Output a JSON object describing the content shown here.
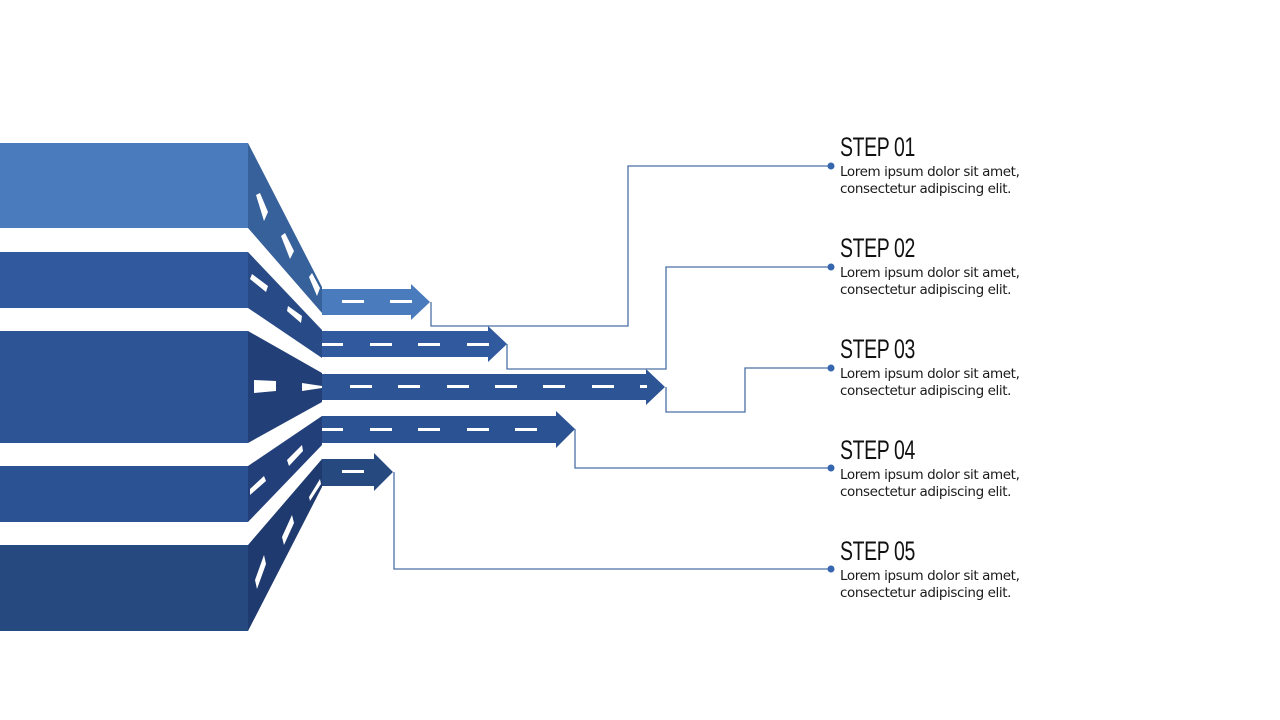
{
  "colors": {
    "band1": "#4A7CBD",
    "band2": "#30599E",
    "band3": "#2D5596",
    "band4": "#2B5292",
    "band5": "#264980",
    "side1": "#37619A",
    "side2": "#284A86",
    "side3": "#233F78",
    "side4": "#223F79",
    "side5": "#1F3A6E",
    "arrow1": "#4A7CBD",
    "arrow2": "#30599E",
    "arrow3": "#2D5596",
    "arrow4": "#2B5292",
    "arrow5": "#264980",
    "connector": "#4A6FA5",
    "dot": "#3566AE",
    "dash": "#FFFFFF"
  },
  "steps": [
    {
      "title": "STEP 01",
      "description_line1": "Lorem ipsum dolor sit amet,",
      "description_line2": "consectetur adipiscing elit."
    },
    {
      "title": "STEP 02",
      "description_line1": "Lorem ipsum dolor sit amet,",
      "description_line2": "consectetur adipiscing elit."
    },
    {
      "title": "STEP 03",
      "description_line1": "Lorem ipsum dolor sit amet,",
      "description_line2": "consectetur adipiscing elit."
    },
    {
      "title": "STEP 04",
      "description_line1": "Lorem ipsum dolor sit amet,",
      "description_line2": "consectetur adipiscing elit."
    },
    {
      "title": "STEP 05",
      "description_line1": "Lorem ipsum dolor sit amet,",
      "description_line2": "consectetur adipiscing elit."
    }
  ]
}
